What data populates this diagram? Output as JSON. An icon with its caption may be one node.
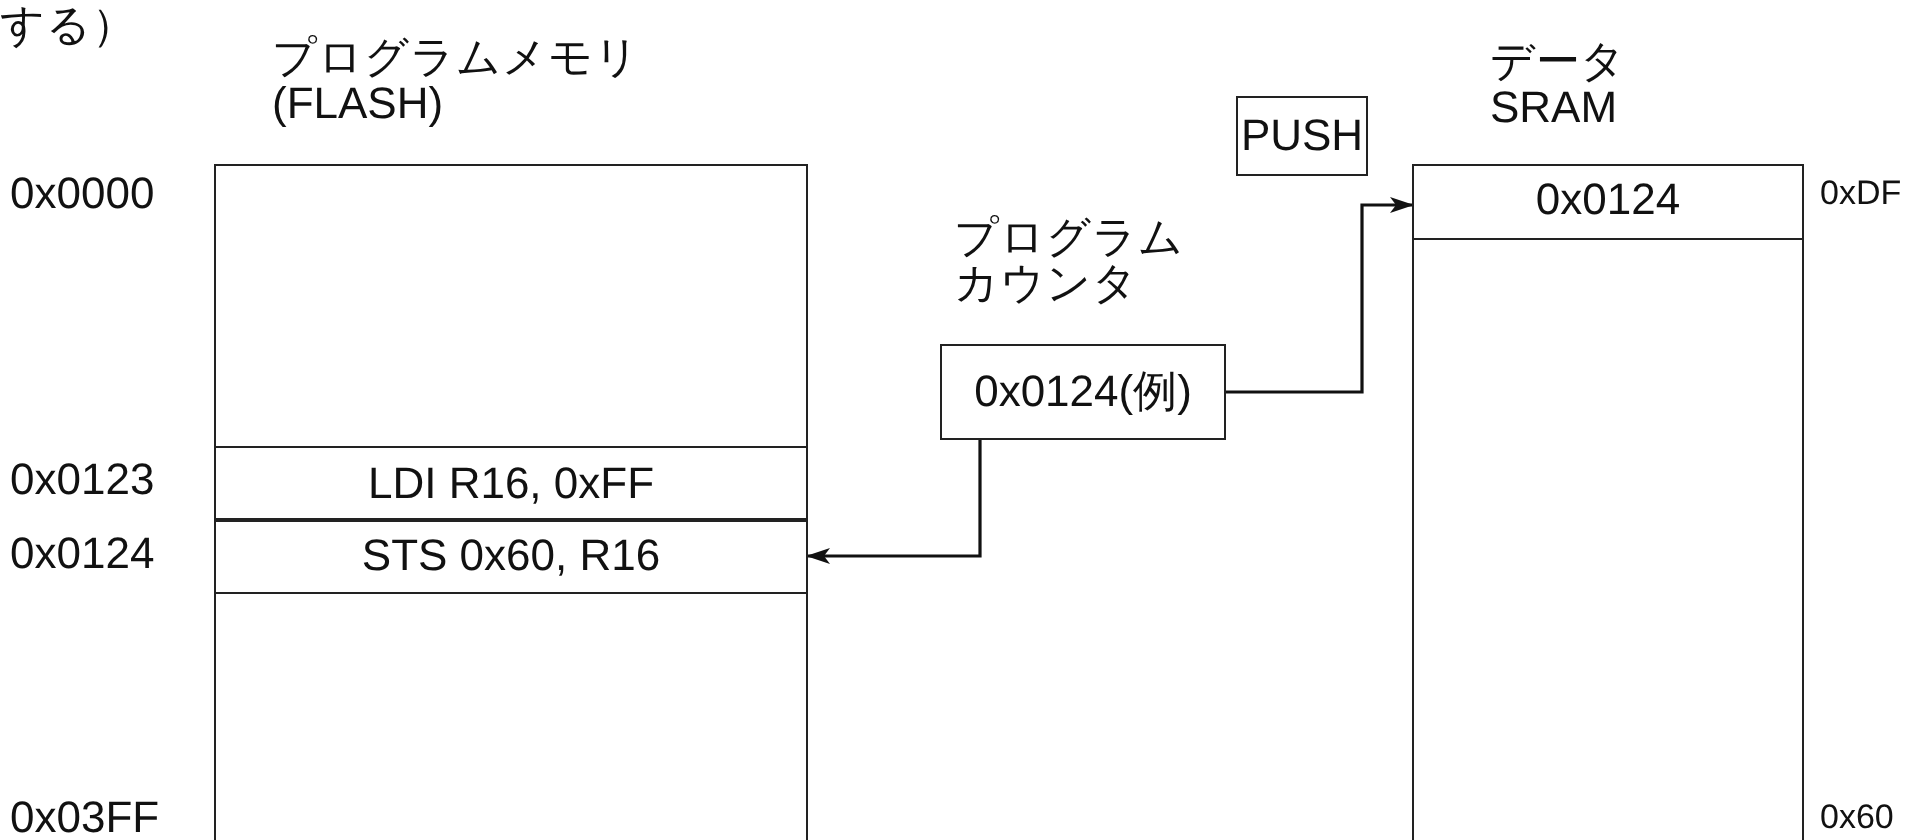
{
  "diagram": {
    "nodes": [
      {
        "text": [
          "プログラムメモリ (FLASH)"
        ]
      },
      {
        "text": [
          "LDI R16, 0xFF"
        ],
        "in": 0
      },
      {
        "text": [
          "STS 0x60, R16"
        ],
        "in": 0
      },
      {
        "text": [
          "プログラムカウンタ",
          "0x0124(例)"
        ]
      },
      {
        "text": [
          "PUSH"
        ]
      },
      {
        "text": [
          "データ SRAM"
        ]
      },
      {
        "text": [
          "0x0124"
        ],
        "in": 5
      }
    ],
    "edges": [
      {
        "from": 3,
        "to": 6,
        "arrow": "to"
      },
      {
        "from": 3,
        "to": 2,
        "arrow": "to"
      }
    ],
    "labels": [
      "する）",
      "0x0000",
      "0x0123",
      "0x0124",
      "0x03FF",
      "0xDF",
      "0x60"
    ]
  }
}
